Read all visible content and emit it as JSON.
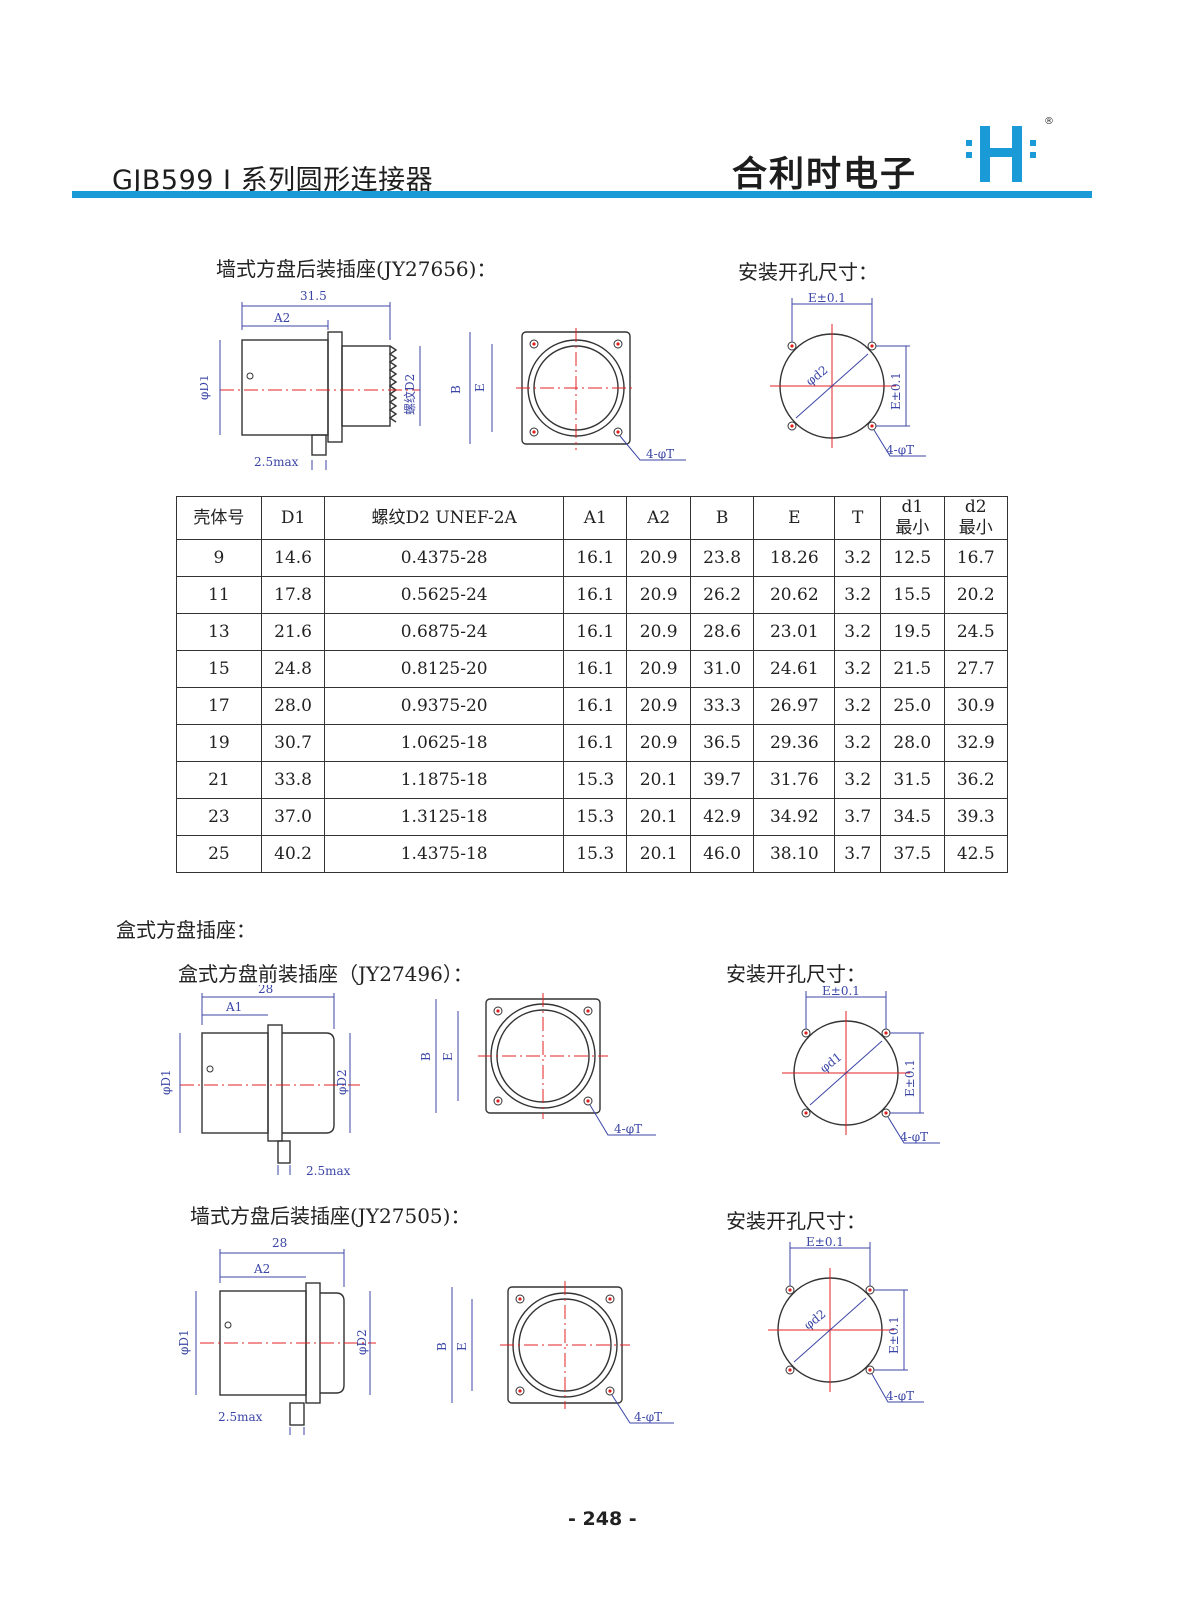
{
  "header": {
    "title": "GJB599 I 系列圆形连接器",
    "brand": "合利时电子",
    "registered_mark": "®",
    "rule_color": "#1a9ad6"
  },
  "section1": {
    "heading": "墙式方盘后装插座(JY27656)：",
    "cutout_heading": "安装开孔尺寸：",
    "dims": {
      "overall": "31.5",
      "a": "A2",
      "d1": "φD1",
      "thread": "螺纹D2",
      "flange": "2.5max",
      "b": "B",
      "e": "E",
      "holes": "4-φT",
      "tol_e": "E±0.1",
      "hole_dia": "φd2"
    }
  },
  "table": {
    "headers": [
      "壳体号",
      "D1",
      "螺纹D2 UNEF-2A",
      "A1",
      "A2",
      "B",
      "E",
      "T",
      "d1\n最小",
      "d2\n最小"
    ],
    "rows": [
      [
        "9",
        "14.6",
        "0.4375-28",
        "16.1",
        "20.9",
        "23.8",
        "18.26",
        "3.2",
        "12.5",
        "16.7"
      ],
      [
        "11",
        "17.8",
        "0.5625-24",
        "16.1",
        "20.9",
        "26.2",
        "20.62",
        "3.2",
        "15.5",
        "20.2"
      ],
      [
        "13",
        "21.6",
        "0.6875-24",
        "16.1",
        "20.9",
        "28.6",
        "23.01",
        "3.2",
        "19.5",
        "24.5"
      ],
      [
        "15",
        "24.8",
        "0.8125-20",
        "16.1",
        "20.9",
        "31.0",
        "24.61",
        "3.2",
        "21.5",
        "27.7"
      ],
      [
        "17",
        "28.0",
        "0.9375-20",
        "16.1",
        "20.9",
        "33.3",
        "26.97",
        "3.2",
        "25.0",
        "30.9"
      ],
      [
        "19",
        "30.7",
        "1.0625-18",
        "16.1",
        "20.9",
        "36.5",
        "29.36",
        "3.2",
        "28.0",
        "32.9"
      ],
      [
        "21",
        "33.8",
        "1.1875-18",
        "15.3",
        "20.1",
        "39.7",
        "31.76",
        "3.2",
        "31.5",
        "36.2"
      ],
      [
        "23",
        "37.0",
        "1.3125-18",
        "15.3",
        "20.1",
        "42.9",
        "34.92",
        "3.7",
        "34.5",
        "39.3"
      ],
      [
        "25",
        "40.2",
        "1.4375-18",
        "15.3",
        "20.1",
        "46.0",
        "38.10",
        "3.7",
        "37.5",
        "42.5"
      ]
    ]
  },
  "section2": {
    "heading": "盒式方盘插座：",
    "sub1_heading": "盒式方盘前装插座（JY27496）：",
    "sub1_cutout_heading": "安装开孔尺寸：",
    "sub1_dims": {
      "overall": "28",
      "a": "A1",
      "d1": "φD1",
      "d2": "φD2",
      "flange": "2.5max",
      "b": "B",
      "e": "E",
      "holes": "4-φT",
      "tol_e": "E±0.1",
      "hole_dia": "φd1"
    },
    "sub2_heading": "墙式方盘后装插座(JY27505)：",
    "sub2_cutout_heading": "安装开孔尺寸：",
    "sub2_dims": {
      "overall": "28",
      "a": "A2",
      "d1": "φD1",
      "d2": "φD2",
      "flange": "2.5max",
      "b": "B",
      "e": "E",
      "holes": "4-φT",
      "tol_e": "E±0.1",
      "hole_dia": "φd2"
    }
  },
  "footer": {
    "page_number": "- 248 -"
  }
}
